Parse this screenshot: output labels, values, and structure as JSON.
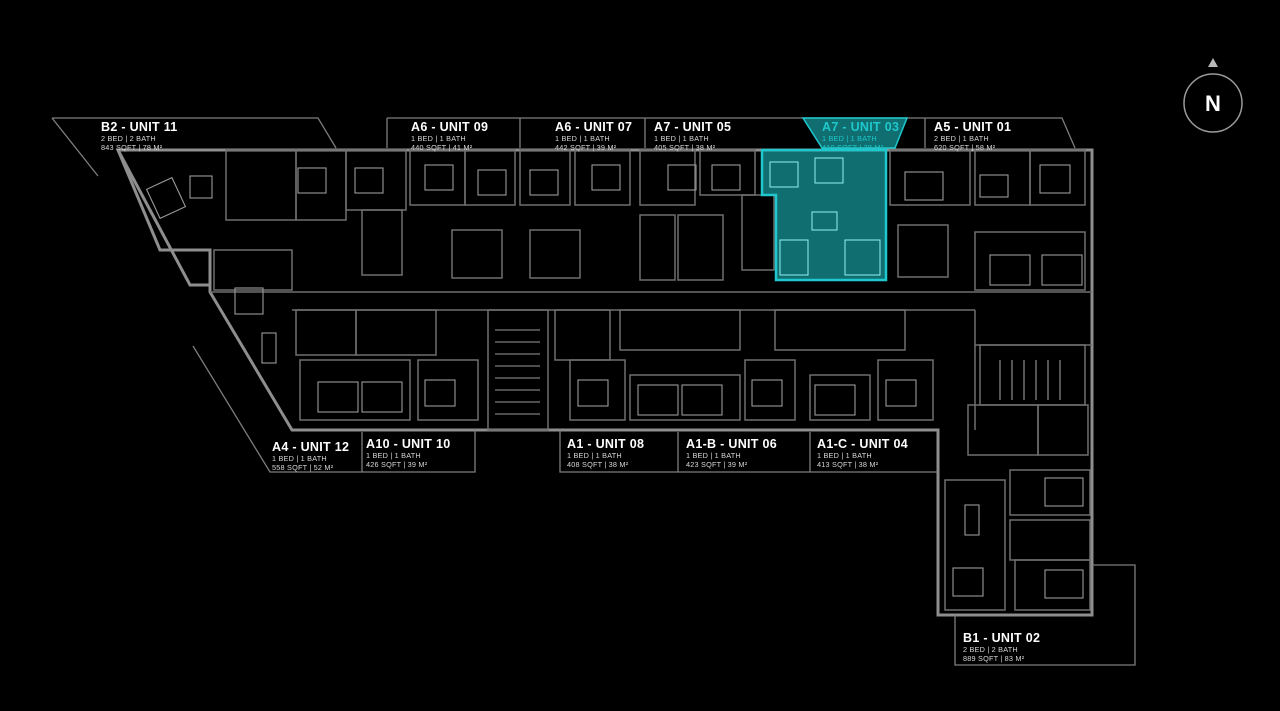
{
  "colors": {
    "background": "#000000",
    "walls": "#8e8e8e",
    "label_text": "#ffffff",
    "selected_accent": "#1ec8cc"
  },
  "compass": {
    "label": "N",
    "icon": "north-arrow-icon"
  },
  "selected_unit": "A7 - UNIT 03",
  "units": [
    {
      "id": "b2-unit-11",
      "title": "B2 - UNIT 11",
      "line1": "2 BED | 2 BATH",
      "line2": "843 SQFT | 78 M²",
      "selected": false
    },
    {
      "id": "a6-unit-09",
      "title": "A6 - UNIT 09",
      "line1": "1 BED | 1 BATH",
      "line2": "440 SQFT | 41 M²",
      "selected": false
    },
    {
      "id": "a6-unit-07",
      "title": "A6 - UNIT 07",
      "line1": "1 BED | 1 BATH",
      "line2": "442 SQFT | 39 M²",
      "selected": false
    },
    {
      "id": "a7-unit-05",
      "title": "A7 - UNIT 05",
      "line1": "1 BED | 1 BATH",
      "line2": "405 SQFT | 38 M²",
      "selected": false
    },
    {
      "id": "a7-unit-03",
      "title": "A7 - UNIT 03",
      "line1": "1 BED | 1 BATH",
      "line2": "410 SQFT | 38 M²",
      "selected": true
    },
    {
      "id": "a5-unit-01",
      "title": "A5 - UNIT 01",
      "line1": "2 BED | 1 BATH",
      "line2": "620 SQFT | 58 M²",
      "selected": false
    },
    {
      "id": "a4-unit-12",
      "title": "A4 - UNIT 12",
      "line1": "1 BED | 1 BATH",
      "line2": "558 SQFT | 52 M²",
      "selected": false
    },
    {
      "id": "a10-unit-10",
      "title": "A10 - UNIT 10",
      "line1": "1 BED | 1 BATH",
      "line2": "426 SQFT | 39 M²",
      "selected": false
    },
    {
      "id": "a1-unit-08",
      "title": "A1 - UNIT 08",
      "line1": "1 BED | 1 BATH",
      "line2": "408 SQFT | 38 M²",
      "selected": false
    },
    {
      "id": "a1-b-unit-06",
      "title": "A1-B - UNIT 06",
      "line1": "1 BED | 1 BATH",
      "line2": "423 SQFT | 39 M²",
      "selected": false
    },
    {
      "id": "a1-c-unit-04",
      "title": "A1-C - UNIT 04",
      "line1": "1 BED | 1 BATH",
      "line2": "413 SQFT | 38 M²",
      "selected": false
    },
    {
      "id": "b1-unit-02",
      "title": "B1 - UNIT 02",
      "line1": "2 BED | 2 BATH",
      "line2": "889 SQFT | 83 M²",
      "selected": false
    }
  ]
}
